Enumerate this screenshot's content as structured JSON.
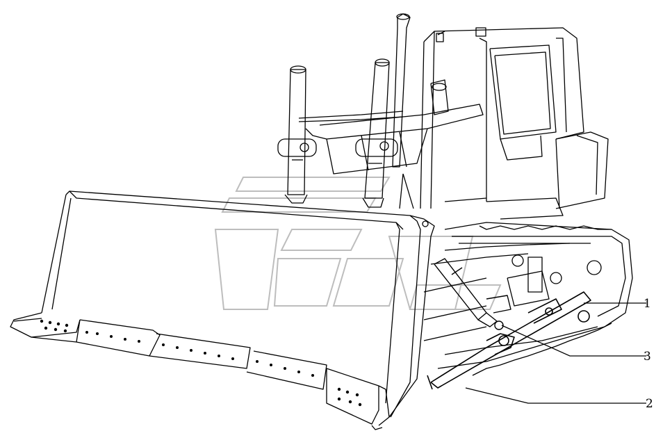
{
  "callouts": [
    {
      "label": "1"
    },
    {
      "label": "3"
    },
    {
      "label": "2"
    }
  ],
  "colors": {
    "line": "#000000",
    "watermark": "#b8b8b8",
    "background": "#ffffff"
  }
}
